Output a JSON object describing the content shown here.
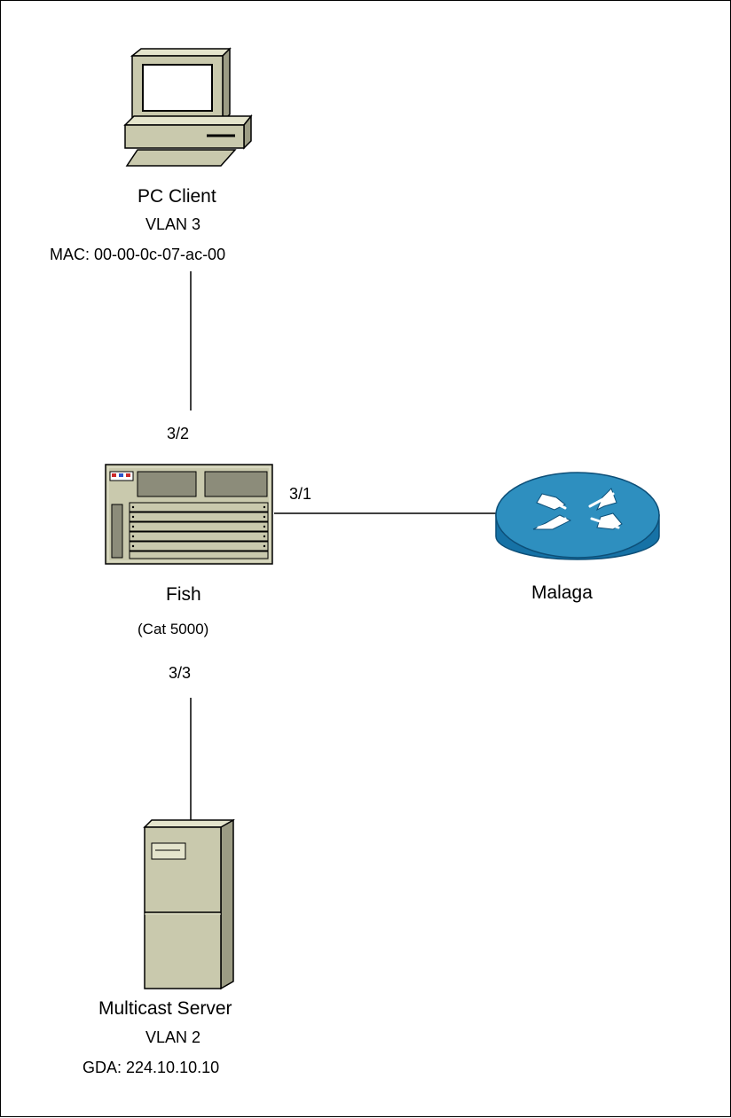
{
  "diagram": {
    "pc_client": {
      "name": "PC Client",
      "vlan": "VLAN 3",
      "mac": "MAC:  00-00-0c-07-ac-00"
    },
    "switch": {
      "name": "Fish",
      "model": "(Cat 5000)",
      "port_client": "3/2",
      "port_router": "3/1",
      "port_server": "3/3"
    },
    "router": {
      "name": "Malaga"
    },
    "server": {
      "name": "Multicast Server",
      "vlan": "VLAN 2",
      "gda": "GDA: 224.10.10.10"
    },
    "icons": {
      "pc": "desktop-computer-icon",
      "switch": "catalyst-switch-icon",
      "router": "router-icon",
      "server": "tower-server-icon"
    },
    "colors": {
      "router_top": "#2e8fbf",
      "router_side": "#1672a6",
      "device_beige": "#c9c9ad",
      "pc_screen": "#ffffff"
    }
  }
}
